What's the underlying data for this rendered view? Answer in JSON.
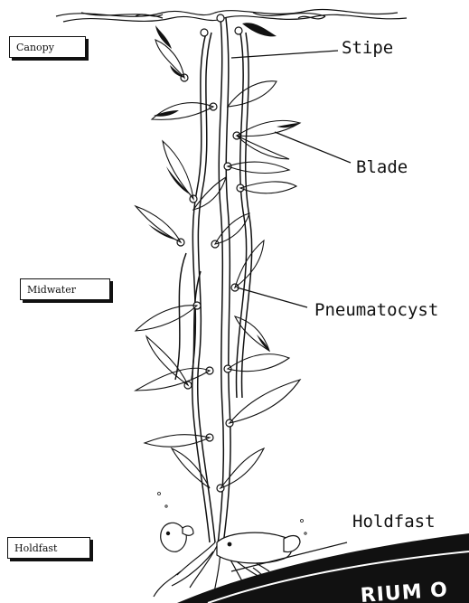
{
  "zones": {
    "canopy": "Canopy",
    "midwater": "Midwater",
    "holdfast": "Holdfast"
  },
  "callouts": {
    "stipe": "Stipe",
    "blade": "Blade",
    "pneumatocyst": "Pneumatocyst",
    "holdfast": "Holdfast"
  },
  "footer_fragment": "RIUM O",
  "colors": {
    "ink": "#111111",
    "paper": "#ffffff"
  }
}
